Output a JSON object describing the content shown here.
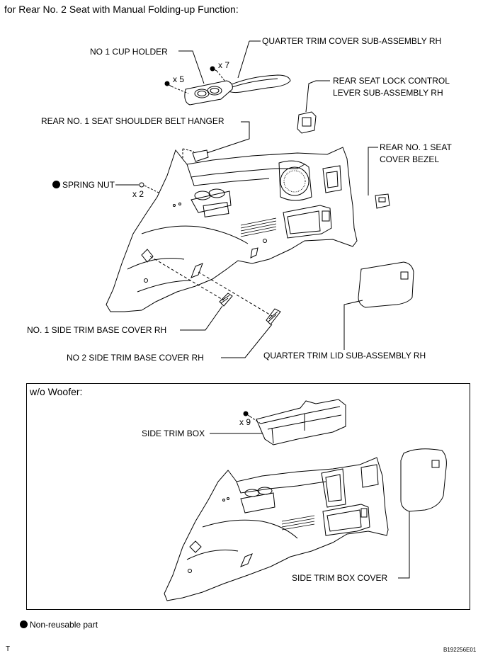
{
  "header": "for Rear No. 2 Seat with Manual Folding-up Function:",
  "labels": {
    "quarter_trim_cover": "QUARTER TRIM COVER SUB-ASSEMBLY RH",
    "cup_holder": "NO  1 CUP HOLDER",
    "x7": "x 7",
    "x5": "x 5",
    "lock_lever_1": "REAR SEAT LOCK CONTROL",
    "lock_lever_2": "LEVER SUB-ASSEMBLY RH",
    "belt_hanger": "REAR NO. 1 SEAT SHOULDER BELT HANGER",
    "cover_bezel_1": "REAR NO. 1 SEAT",
    "cover_bezel_2": "COVER BEZEL",
    "spring_nut": "SPRING NUT",
    "x2": "x 2",
    "side_base_1": "NO. 1 SIDE TRIM BASE COVER RH",
    "side_base_2": "NO  2 SIDE TRIM BASE COVER RH",
    "quarter_lid": "QUARTER TRIM LID SUB-ASSEMBLY RH"
  },
  "inset": {
    "title": "w/o Woofer:",
    "x9": "x 9",
    "side_trim_box": "SIDE TRIM BOX",
    "side_trim_box_cover": "SIDE TRIM BOX COVER"
  },
  "legend": {
    "text": "Non-reusable part"
  },
  "footer": {
    "left": "T",
    "code": "B192256E01"
  }
}
